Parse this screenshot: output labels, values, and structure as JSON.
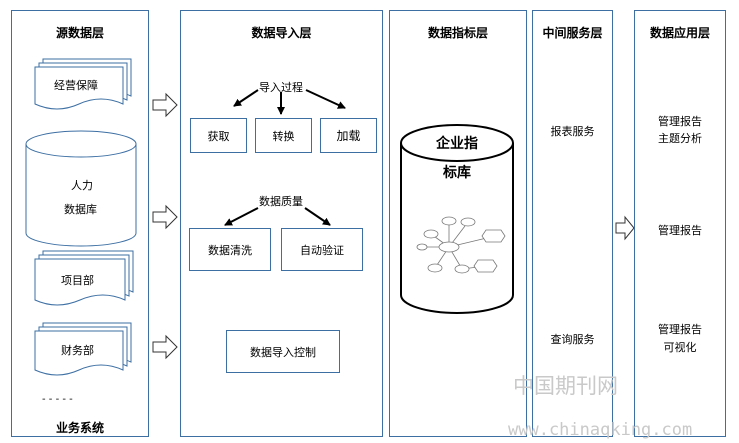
{
  "source_layer": {
    "title": "源数据层",
    "doc_ops": "经营保障",
    "hr_line1": "人力",
    "hr_line2": "数据库",
    "doc_projects": "项目部",
    "doc_finance": "财务部",
    "ellipsis": "- - - - -",
    "footer": "业务系统"
  },
  "import_layer": {
    "title": "数据导入层",
    "process_label": "导入过程",
    "steps": [
      "获取",
      "转换",
      "加载"
    ],
    "quality_label": "数据质量",
    "quality_items": [
      "数据清洗",
      "自动验证"
    ],
    "control": "数据导入控制"
  },
  "indicator_layer": {
    "title": "数据指标层",
    "db_line1": "企业指",
    "db_line2": "标库"
  },
  "middle_layer": {
    "title": "中间服务层",
    "report_service": "报表服务",
    "query_service": "查询服务"
  },
  "app_layer": {
    "title": "数据应用层",
    "item1_line1": "管理报告",
    "item1_line2": "主题分析",
    "item2": "管理报告",
    "item3_line1": "管理报告",
    "item3_line2": "可视化"
  },
  "watermark": {
    "cn": "中国期刊网",
    "url": "www.chinaqking.com"
  },
  "colors": {
    "border": "#3d6fa3",
    "ink": "#000000",
    "watermark": "#c9c9c9"
  }
}
